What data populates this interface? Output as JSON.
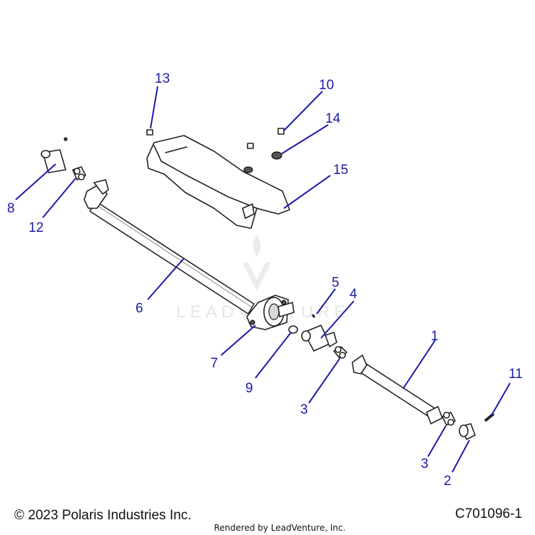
{
  "watermark": {
    "text": "LEADVENTURE"
  },
  "callouts": [
    {
      "id": "c1",
      "label": "1"
    },
    {
      "id": "c2",
      "label": "2"
    },
    {
      "id": "c3a",
      "label": "3"
    },
    {
      "id": "c3b",
      "label": "3"
    },
    {
      "id": "c4",
      "label": "4"
    },
    {
      "id": "c5",
      "label": "5"
    },
    {
      "id": "c6",
      "label": "6"
    },
    {
      "id": "c7",
      "label": "7"
    },
    {
      "id": "c8",
      "label": "8"
    },
    {
      "id": "c9",
      "label": "9"
    },
    {
      "id": "c10",
      "label": "10"
    },
    {
      "id": "c11",
      "label": "11"
    },
    {
      "id": "c12",
      "label": "12"
    },
    {
      "id": "c13",
      "label": "13"
    },
    {
      "id": "c14",
      "label": "14"
    },
    {
      "id": "c15",
      "label": "15"
    }
  ],
  "footer": {
    "copyright": "© 2023 Polaris Industries Inc.",
    "figure_id": "C701096-1",
    "rendered_by": "Rendered by LeadVenture, Inc."
  },
  "colors": {
    "callout": "#1a1aa8",
    "line_art": "#222222",
    "watermark": "#e6e6e6"
  }
}
